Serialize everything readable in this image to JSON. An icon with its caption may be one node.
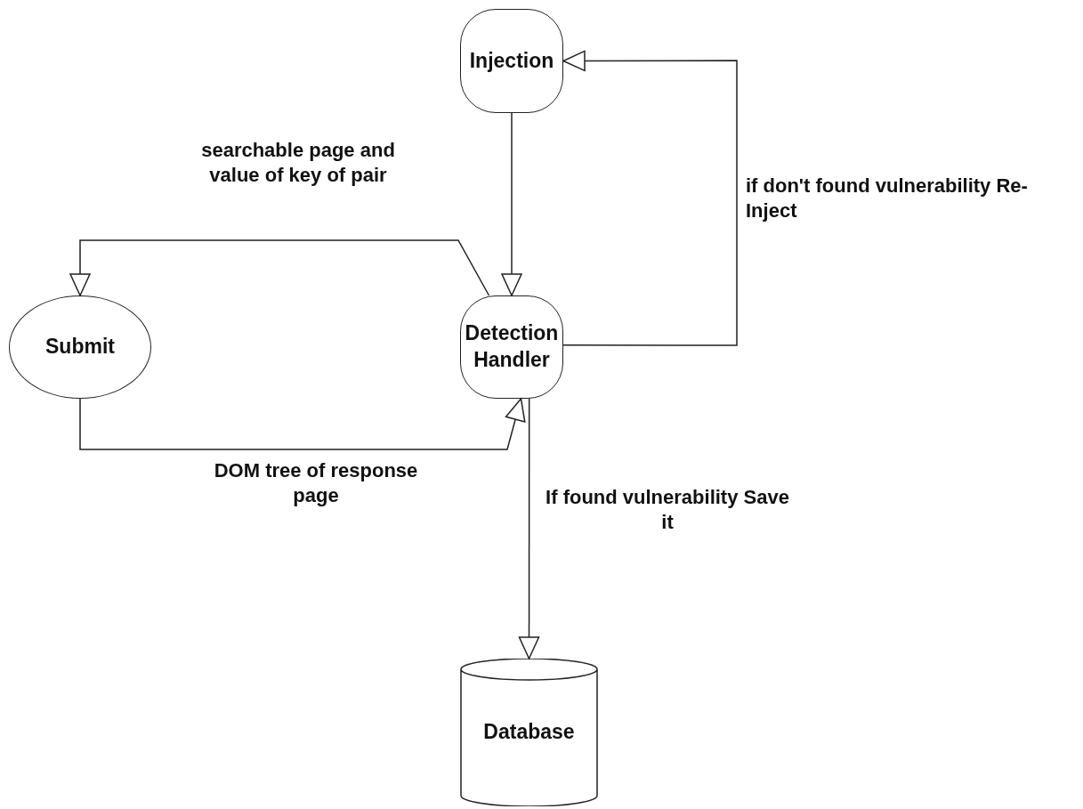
{
  "diagram": {
    "nodes": [
      {
        "text": [
          "Injection"
        ]
      },
      {
        "text": [
          "Submit"
        ]
      },
      {
        "text": [
          "Detection Handler"
        ]
      },
      {
        "text": [
          "Database"
        ]
      }
    ],
    "edges": [
      {
        "from": 0,
        "to": 2,
        "arrow": "to"
      },
      {
        "from": 2,
        "to": 1,
        "arrow": "to",
        "label": "searchable page and value of key of pair"
      },
      {
        "from": 1,
        "to": 2,
        "arrow": "to",
        "label": "DOM tree of response page"
      },
      {
        "from": 2,
        "to": 0,
        "arrow": "to",
        "label": "if don't found vulnerability Re-Inject"
      },
      {
        "from": 2,
        "to": 3,
        "arrow": "to",
        "label": "If found vulnerability Save it"
      }
    ]
  }
}
